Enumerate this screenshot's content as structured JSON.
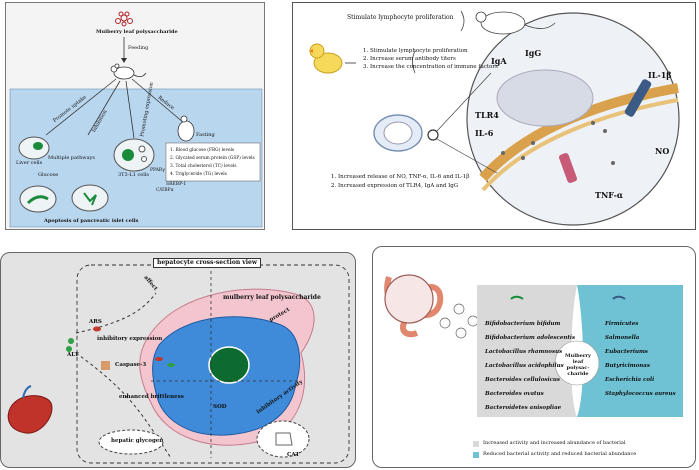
{
  "colors": {
    "panel_blue": "#b9d6ef",
    "panel_gray": "#e3e3e3",
    "hepatocyte_blue": "#3f8bd9",
    "hepatocyte_pink": "#f3c6cf",
    "bacteria_teal": "#6ec2d4",
    "bacteria_gray": "#d9d9d9"
  },
  "panel_a": {
    "title": "Mulberry leaf polysaccharide",
    "feeding": "Feeding",
    "branch_promote_uptake": "Promote uptake",
    "branch_inhibition": "Inhibition",
    "branch_promoting_expression": "Promoting expression",
    "branch_reduce": "Reduce",
    "fasting": "Fasting",
    "liver_cells": "Liver cells",
    "multiple_pathways": "Multiple pathways",
    "glucose": "Glucose",
    "cell_line": "3T3-L1 cells",
    "ppar": "PPARγ",
    "srebp": "SREBP-1",
    "cebp": "C/EBPα",
    "reduce_items": [
      "1. Blood glucose (FBG) levels",
      "2. Glycated serum protein (GSP) levels",
      "3. Total cholesterol (TC) levels",
      "4. Triglyceride (TG) levels"
    ],
    "apoptosis": "Apoptosis of pancreatic islet cells"
  },
  "panel_b": {
    "stimulate": "Stimulate lymphocyte proliferation",
    "list_top": [
      "1. Stimulate lymphocyte proliferation",
      "2. Increase serum antibody titers",
      "3. Increase the concentration of immune factors"
    ],
    "list_bottom": [
      "1. Increased release of NO, TNF-α, IL-6 and IL-1β",
      "2. Increased expression of TLR4, IgA and IgG"
    ],
    "iga": "IgA",
    "igg": "IgG",
    "il1b": "IL-1β",
    "tlr4": "TLR4",
    "il6": "IL-6",
    "no": "NO",
    "tnfa": "TNF-α"
  },
  "panel_c": {
    "title": "hepatocyte cross-section view",
    "affect": "affect",
    "mlp": "mulberry leaf polysaccharide",
    "protect": "protect",
    "ars": "ARS",
    "inhibitory_expression": "inhibitory expression",
    "alt": "ALT",
    "caspase": "Caspase-3",
    "enhanced_brittleness": "enhanced brittleness",
    "inhibitory_activity": "inhibitory activity",
    "sod": "SOD",
    "hepatic_glycogen": "hepatic glycogen",
    "cat": "CAT"
  },
  "panel_d": {
    "center_label": "Mulberry leaf polysac-charide",
    "increased_bacteria": [
      "Bifidobacterium bifidum",
      "Bifidobacterium adolescentis",
      "Lactobacillus rhamnosus",
      "Lactobacillus acidophilus",
      "Bacteroides cellulosicus",
      "Bacteroides ovatus",
      "Bacteroidetes anisopliae"
    ],
    "reduced_bacteria": [
      "Firmicutes",
      "Salmonella",
      "Eubacteriums",
      "Butyricimonas",
      "Escherichia coli",
      "Staphylococcus aureus"
    ],
    "legend_increased": "Increased activity and increased abundance of bacterial",
    "legend_reduced": "Reduced bacterial activity and reduced bacterial abundance"
  }
}
